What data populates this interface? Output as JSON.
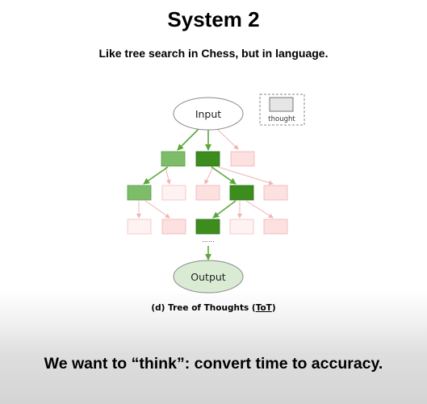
{
  "slide": {
    "title": "System 2",
    "subtitle": "Like tree search in Chess, but in language.",
    "caption_prefix": "(d) Tree of Thoughts (",
    "caption_abbr": "ToT",
    "caption_suffix": ")",
    "bottom_text": "We want to “think”: convert time to accuracy."
  },
  "diagram": {
    "input_label": "Input",
    "output_label": "Output",
    "legend_label": "thought",
    "ellipsis": "......",
    "colors": {
      "dark_green": "#3c8c1e",
      "mid_green": "#7dbd6a",
      "light_pink": "#fde0e0",
      "pale_pink": "#fef2f2",
      "edge_pink": "#f0b4b4",
      "edge_green": "#5aa83a"
    }
  }
}
